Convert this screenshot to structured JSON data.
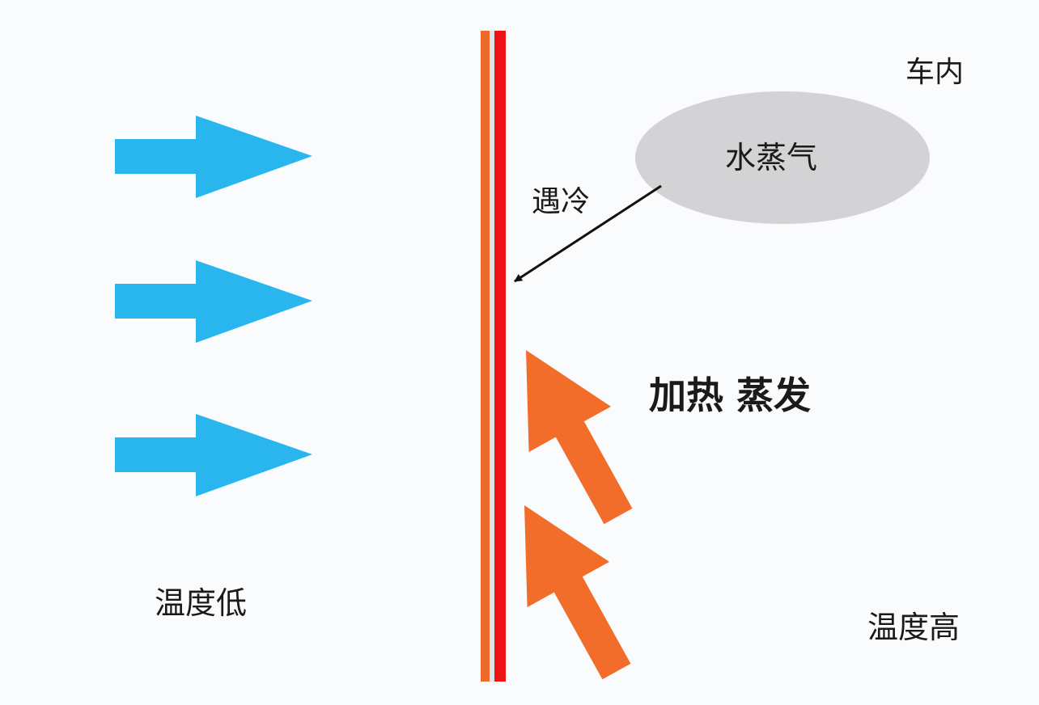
{
  "labels": {
    "car_interior": "车内",
    "water_vapor": "水蒸气",
    "meets_cold": "遇冷",
    "heat_evaporate": "加热 蒸发",
    "low_temperature": "温度低",
    "high_temperature": "温度高"
  },
  "colors": {
    "cold_arrow": "#29b6ee",
    "hot_arrow": "#f36d2a",
    "glass_outer": "#ee6a2c",
    "glass_inner": "#ef1414",
    "vapor_cloud": "#d3d3d5"
  }
}
